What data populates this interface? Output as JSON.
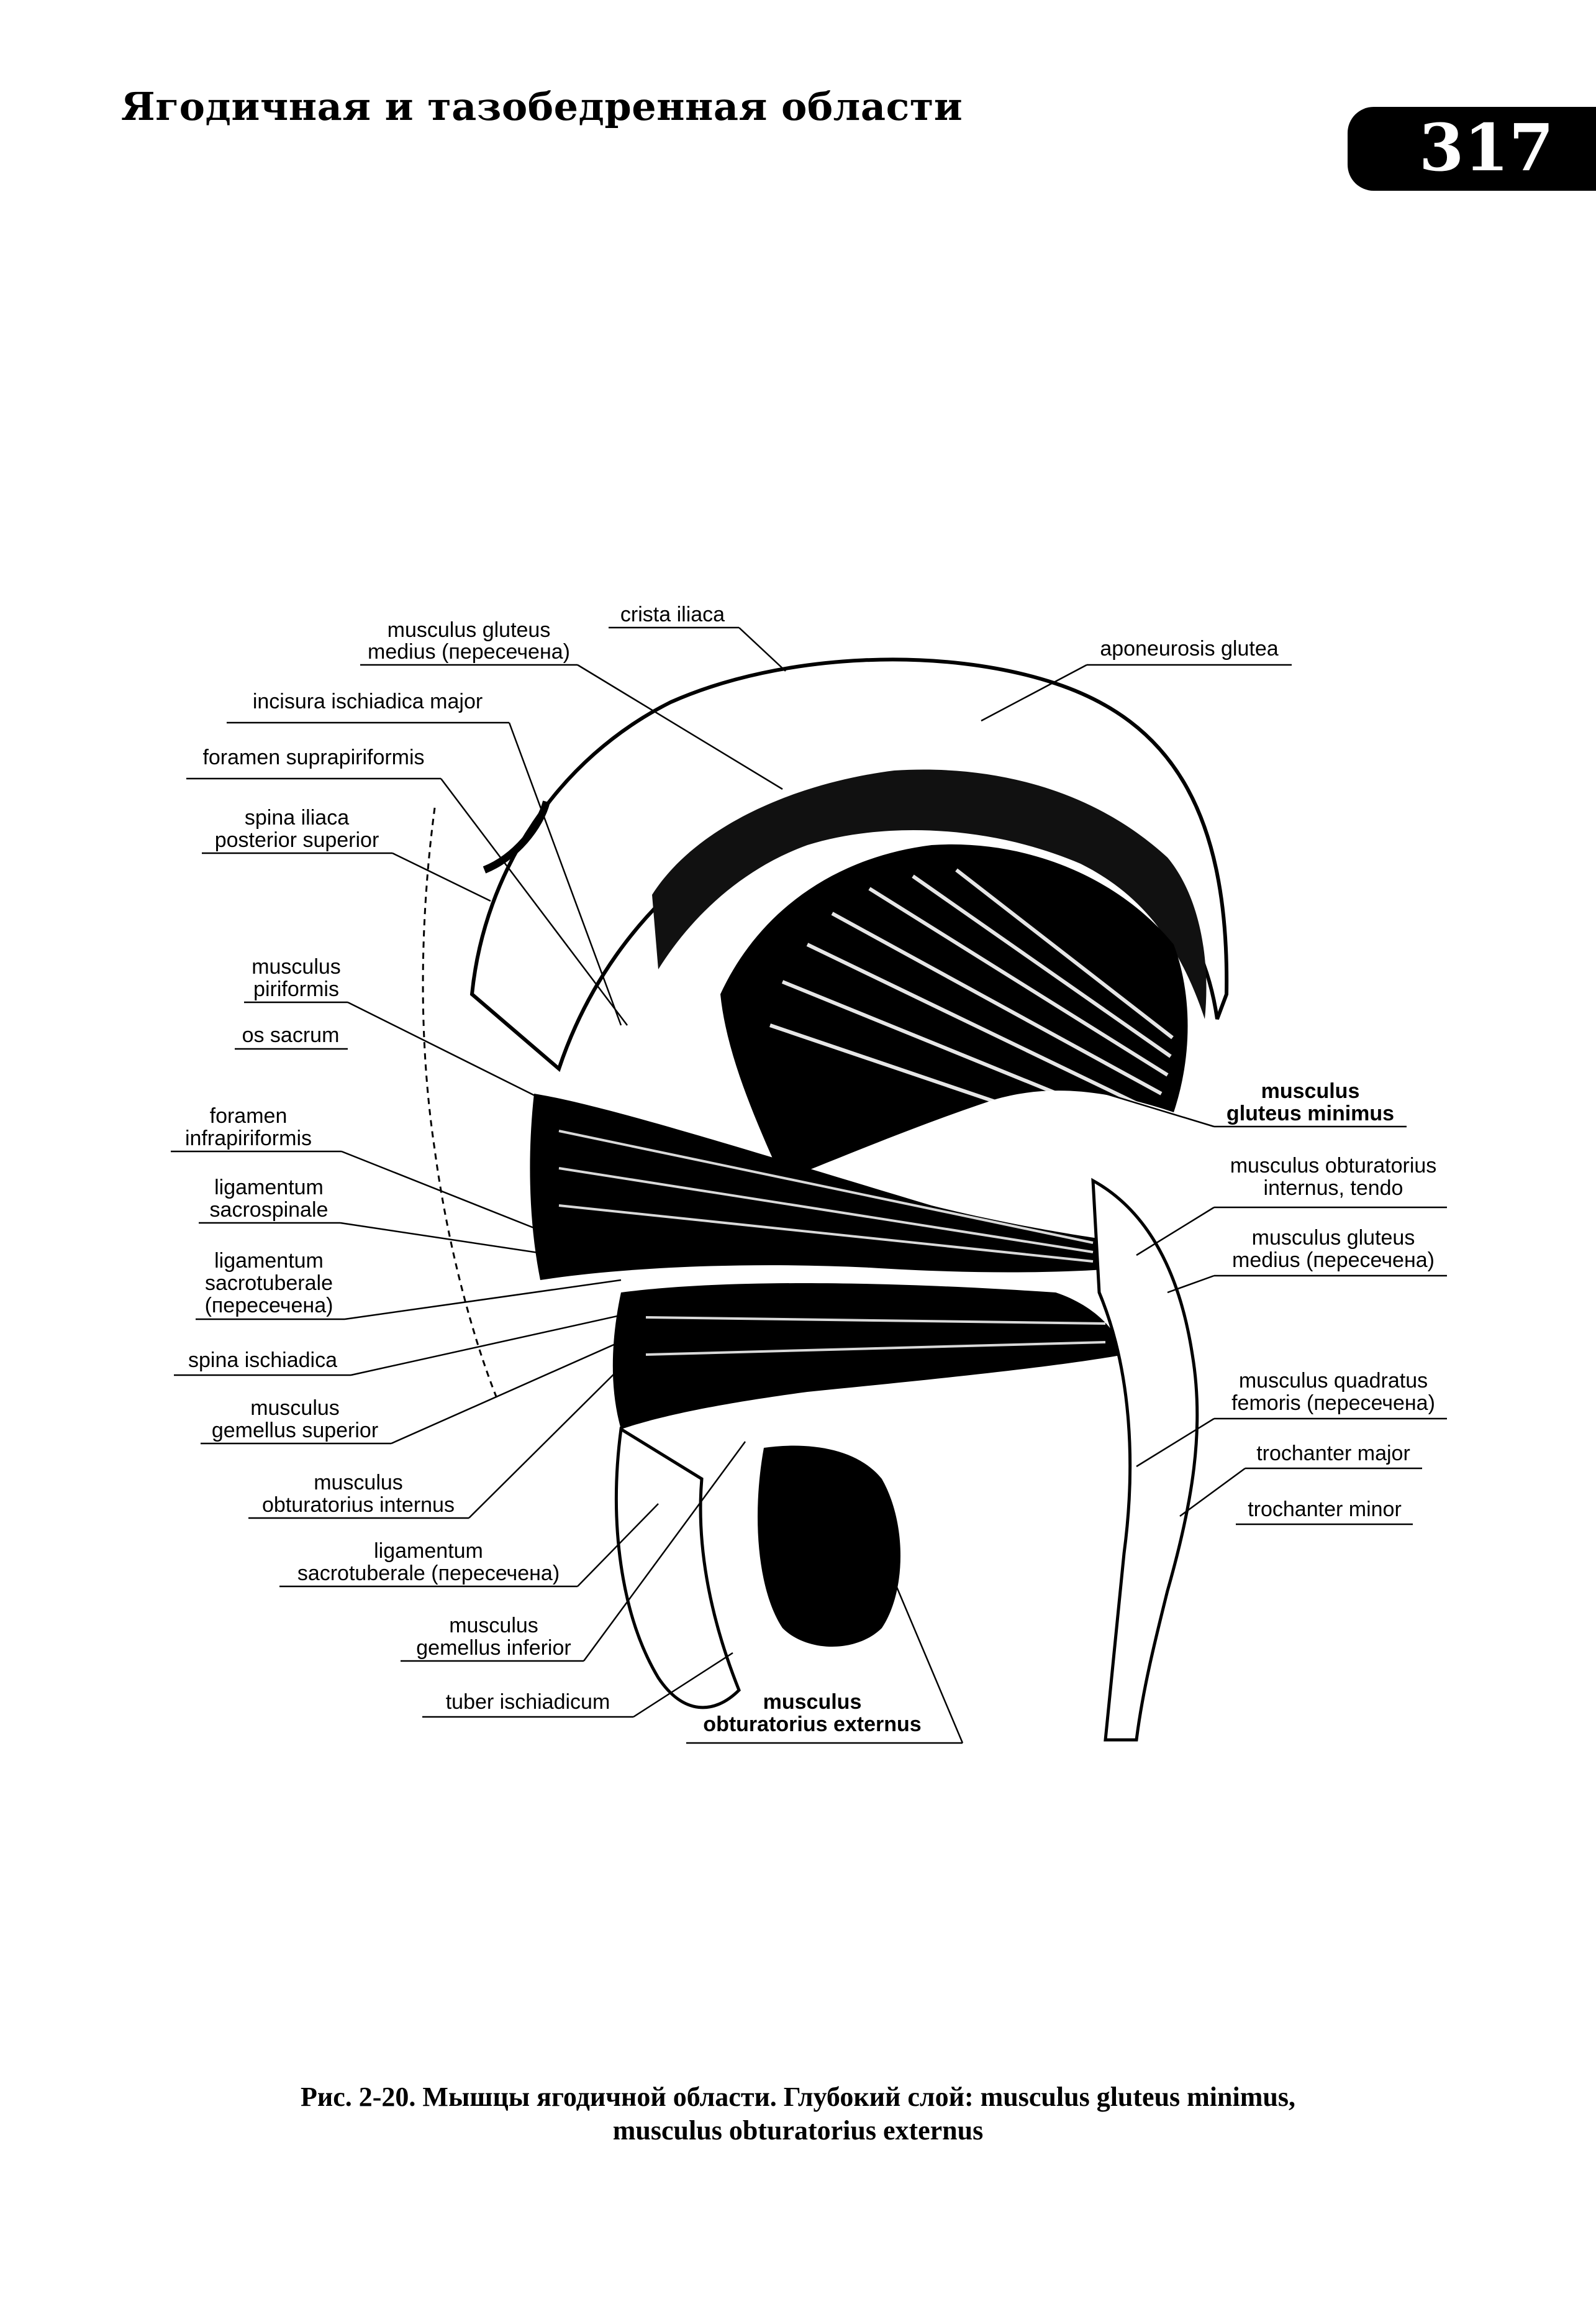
{
  "header": {
    "title": "Ягодичная и тазобедренная области",
    "page_number": "317"
  },
  "figure": {
    "labels": {
      "gluteus_medius_cut_top_1": "musculus gluteus",
      "gluteus_medius_cut_top_2": "medius (пересечена)",
      "crista_iliaca": "crista iliaca",
      "aponeurosis_glutea": "aponeurosis glutea",
      "incisura_ischiadica_major": "incisura ischiadica major",
      "foramen_suprapiriformis": "foramen suprapiriformis",
      "spina_iliaca_ps_1": "spina iliaca",
      "spina_iliaca_ps_2": "posterior superior",
      "piriformis_1": "musculus",
      "piriformis_2": "piriformis",
      "os_sacrum": "os sacrum",
      "foramen_infra_1": "foramen",
      "foramen_infra_2": "infrapiriformis",
      "lig_sacrospinale_1": "ligamentum",
      "lig_sacrospinale_2": "sacrospinale",
      "lig_sacrotub_left_1": "ligamentum",
      "lig_sacrotub_left_2": "sacrotuberale",
      "lig_sacrotub_left_3": "(пересечена)",
      "spina_ischiadica": "spina ischiadica",
      "gemellus_superior_1": "musculus",
      "gemellus_superior_2": "gemellus superior",
      "obturatorius_internus_1": "musculus",
      "obturatorius_internus_2": "obturatorius internus",
      "lig_sacrotub_bottom_1": "ligamentum",
      "lig_sacrotub_bottom_2": "sacrotuberale (пересечена)",
      "gemellus_inferior_1": "musculus",
      "gemellus_inferior_2": "gemellus inferior",
      "tuber_ischiadicum": "tuber ischiadicum",
      "obturatorius_externus_1": "musculus",
      "obturatorius_externus_2": "obturatorius externus",
      "gluteus_minimus_1": "musculus",
      "gluteus_minimus_2": "gluteus minimus",
      "obturatorius_internus_tendo_1": "musculus obturatorius",
      "obturatorius_internus_tendo_2": "internus, tendo",
      "gluteus_medius_cut_right_1": "musculus gluteus",
      "gluteus_medius_cut_right_2": "medius (пересечена)",
      "quadratus_femoris_1": "musculus quadratus",
      "quadratus_femoris_2": "femoris (пересечена)",
      "trochanter_major": "trochanter major",
      "trochanter_minor": "trochanter minor"
    }
  },
  "caption": {
    "line1": "Рис. 2-20. Мышцы ягодичной области. Глубокий слой: musculus gluteus minimus,",
    "line2": "musculus obturatorius externus"
  }
}
